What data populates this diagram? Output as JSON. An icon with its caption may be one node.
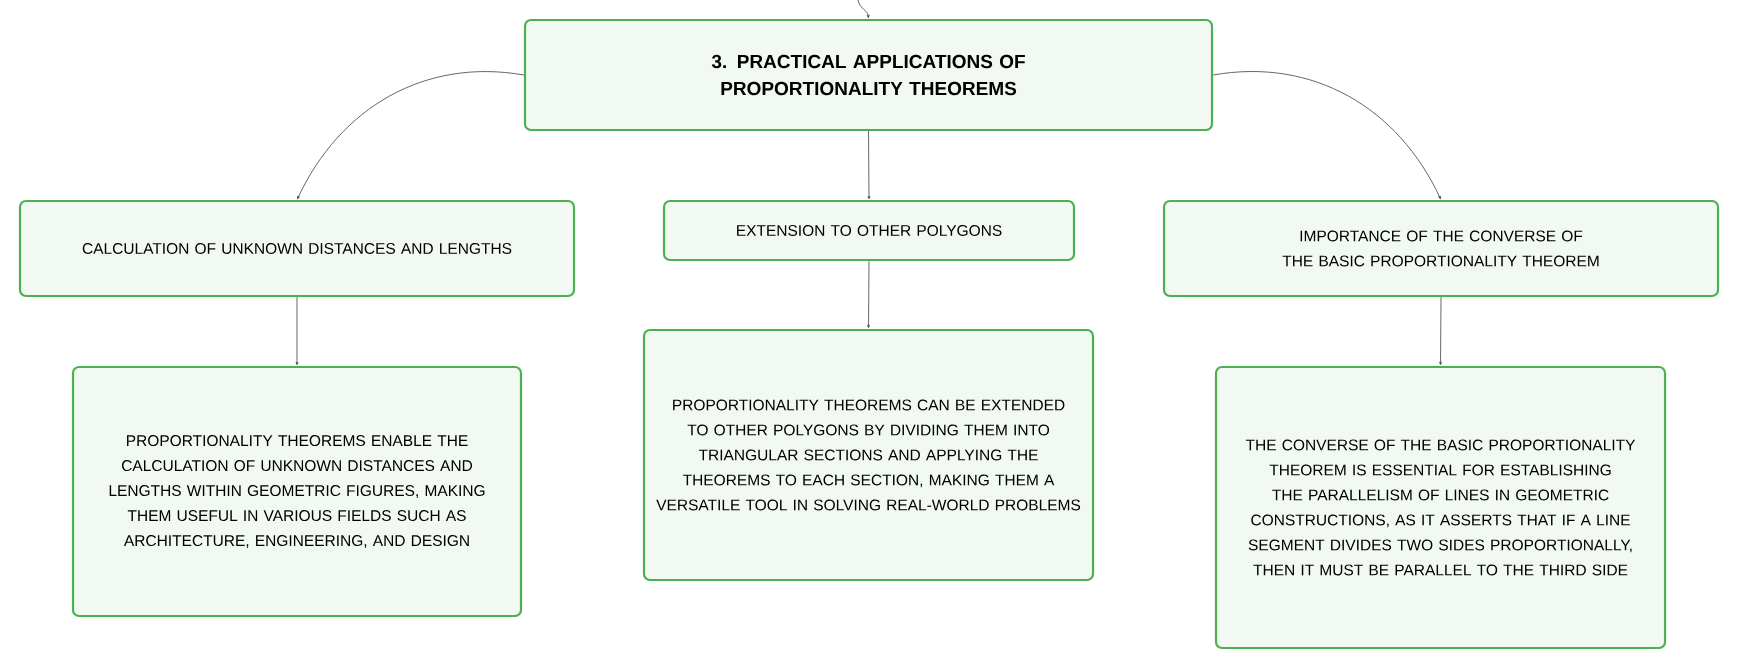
{
  "diagram": {
    "nodes": [
      {
        "text": [
          "3. PRACTICAL APPLICATIONS OF PROPORTIONALITY THEOREMS"
        ]
      },
      {
        "text": [
          "CALCULATION OF UNKNOWN DISTANCES AND LENGTHS"
        ]
      },
      {
        "text": [
          "EXTENSION TO OTHER POLYGONS"
        ]
      },
      {
        "text": [
          "IMPORTANCE OF THE CONVERSE OF THE BASIC PROPORTIONALITY THEOREM"
        ]
      },
      {
        "text": [
          "PROPORTIONALITY THEOREMS ENABLE THE CALCULATION OF UNKNOWN DISTANCES AND LENGTHS WITHIN GEOMETRIC FIGURES, MAKING THEM USEFUL IN VARIOUS FIELDS SUCH AS ARCHITECTURE, ENGINEERING, AND DESIGN"
        ]
      },
      {
        "text": [
          "PROPORTIONALITY THEOREMS CAN BE EXTENDED TO OTHER POLYGONS BY DIVIDING THEM INTO TRIANGULAR SECTIONS AND APPLYING THE THEOREMS TO EACH SECTION, MAKING THEM A VERSATILE TOOL IN SOLVING REAL-WORLD PROBLEMS"
        ]
      },
      {
        "text": [
          "THE CONVERSE OF THE BASIC PROPORTIONALITY THEOREM IS ESSENTIAL FOR ESTABLISHING THE PARALLELISM OF LINES IN GEOMETRIC CONSTRUCTIONS, AS IT ASSERTS THAT IF A LINE SEGMENT DIVIDES TWO SIDES PROPORTIONALLY, THEN IT MUST BE PARALLEL TO THE THIRD SIDE"
        ]
      }
    ],
    "edges": [
      {
        "from": null,
        "to": 0,
        "arrow": "to"
      },
      {
        "from": 0,
        "to": 1,
        "arrow": "to"
      },
      {
        "from": 0,
        "to": 2,
        "arrow": "to"
      },
      {
        "from": 0,
        "to": 3,
        "arrow": "to"
      },
      {
        "from": 1,
        "to": 4,
        "arrow": "to"
      },
      {
        "from": 2,
        "to": 5,
        "arrow": "to"
      },
      {
        "from": 3,
        "to": 6,
        "arrow": "to"
      }
    ]
  }
}
